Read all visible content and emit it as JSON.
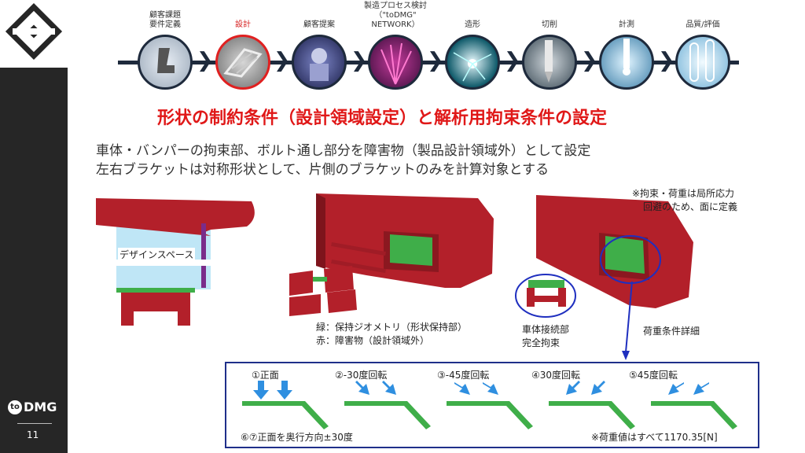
{
  "process_steps": [
    {
      "label": "顧客課題\n要件定義",
      "active": false
    },
    {
      "label": "設計",
      "active": true
    },
    {
      "label": "顧客提案",
      "active": false
    },
    {
      "label": "製造プロセス検討\n（\"toDMG\"\nNETWORK）",
      "active": false
    },
    {
      "label": "造形",
      "active": false
    },
    {
      "label": "切削",
      "active": false
    },
    {
      "label": "計測",
      "active": false
    },
    {
      "label": "品質/評価",
      "active": false
    }
  ],
  "title": "形状の制約条件（設計領域設定）と解析用拘束条件の設定",
  "description": [
    "車体・バンパーの拘束部、ボルト通し部分を障害物（製品設計領域外）として設定",
    "左右ブラケットは対称形状として、片側のブラケットのみを計算対象とする"
  ],
  "figure_labels": {
    "design_space": "デザインスペース",
    "legend_green": "緑：保持ジオメトリ（形状保持部）",
    "legend_red": "赤：障害物（設計領域外）",
    "vehicle_joint_1": "車体接続部",
    "vehicle_joint_2": "完全拘束",
    "load_note_1": "※拘束・荷重は局所応力",
    "load_note_2": "回避のため、面に定義",
    "load_detail": "荷重条件詳細"
  },
  "load_cases": [
    "①正面",
    "②-30度回転",
    "③-45度回転",
    "④30度回転",
    "⑤45度回転"
  ],
  "load_footer_left": "⑥⑦正面を奥行方向±30度",
  "load_footer_right": "※荷重値はすべて1170.35[N]",
  "sidebar": {
    "brand": "DMG",
    "brand_prefix": "to",
    "page_number": "11"
  },
  "colors": {
    "red_obstacle": "#b3202a",
    "green_keep": "#3fae49",
    "design_space": "#bfe6f6",
    "accent_red": "#e01818",
    "frame_blue": "#1f2f8a",
    "arrow_blue": "#2f8fe0"
  }
}
